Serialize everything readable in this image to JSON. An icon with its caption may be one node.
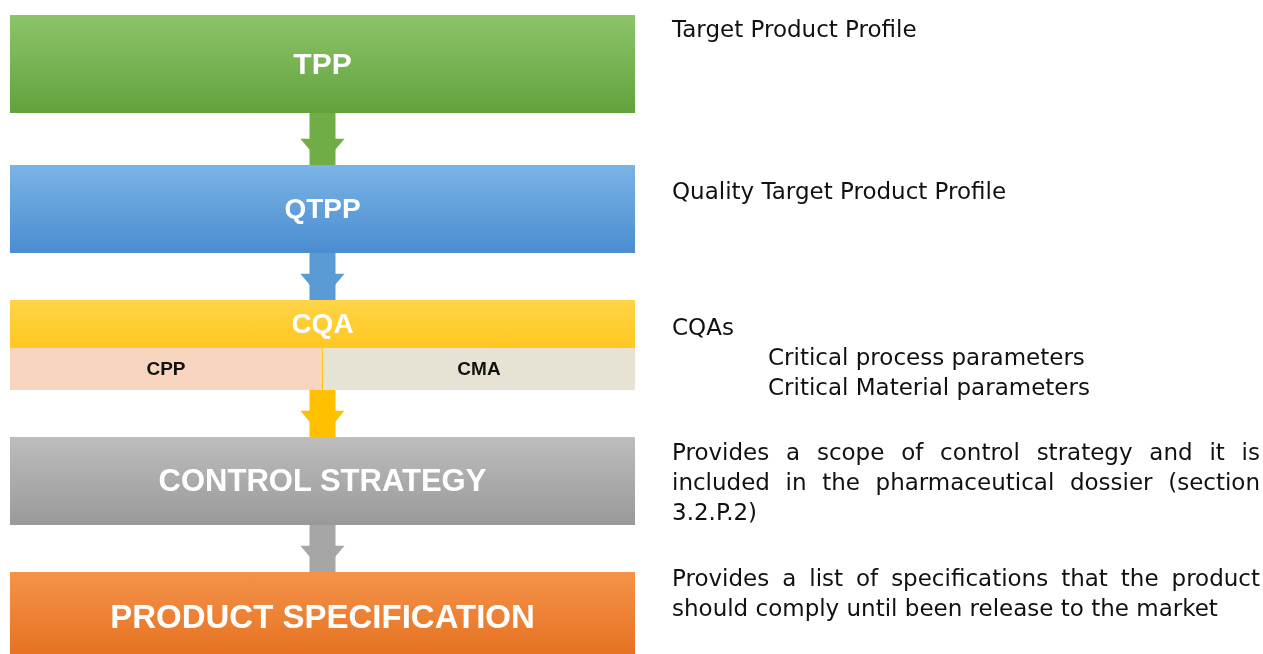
{
  "diagram": {
    "nodes": [
      {
        "text": [
          "TPP"
        ],
        "beside": [
          "Target Product Profile"
        ]
      },
      {
        "text": [
          "QTPP"
        ],
        "beside": [
          "Quality Target Product Profile"
        ]
      },
      {
        "text": [
          "CQA"
        ],
        "beside": [
          "CQAs",
          "Critical process parameters",
          "Critical Material parameters"
        ]
      },
      {
        "text": [
          "CPP"
        ],
        "in": 2
      },
      {
        "text": [
          "CMA"
        ],
        "in": 2
      },
      {
        "text": [
          "CONTROL STRATEGY"
        ],
        "beside": [
          "Provides a scope of control strategy and it is included in the pharmaceutical dossier (section 3.2.P.2)"
        ]
      },
      {
        "text": [
          "PRODUCT SPECIFICATION"
        ],
        "beside": [
          "Provides a list of specifications that the product should comply until been release to the market"
        ]
      }
    ],
    "edges": [
      {
        "from": 0,
        "to": 1,
        "arrow": "to",
        "color": "#70ad47"
      },
      {
        "from": 1,
        "to": 2,
        "arrow": "to",
        "color": "#5b9bd5"
      },
      {
        "from": 2,
        "to": 5,
        "arrow": "to",
        "color": "#ffc000"
      },
      {
        "from": 5,
        "to": 6,
        "arrow": "to",
        "color": "#a6a6a6"
      }
    ]
  }
}
